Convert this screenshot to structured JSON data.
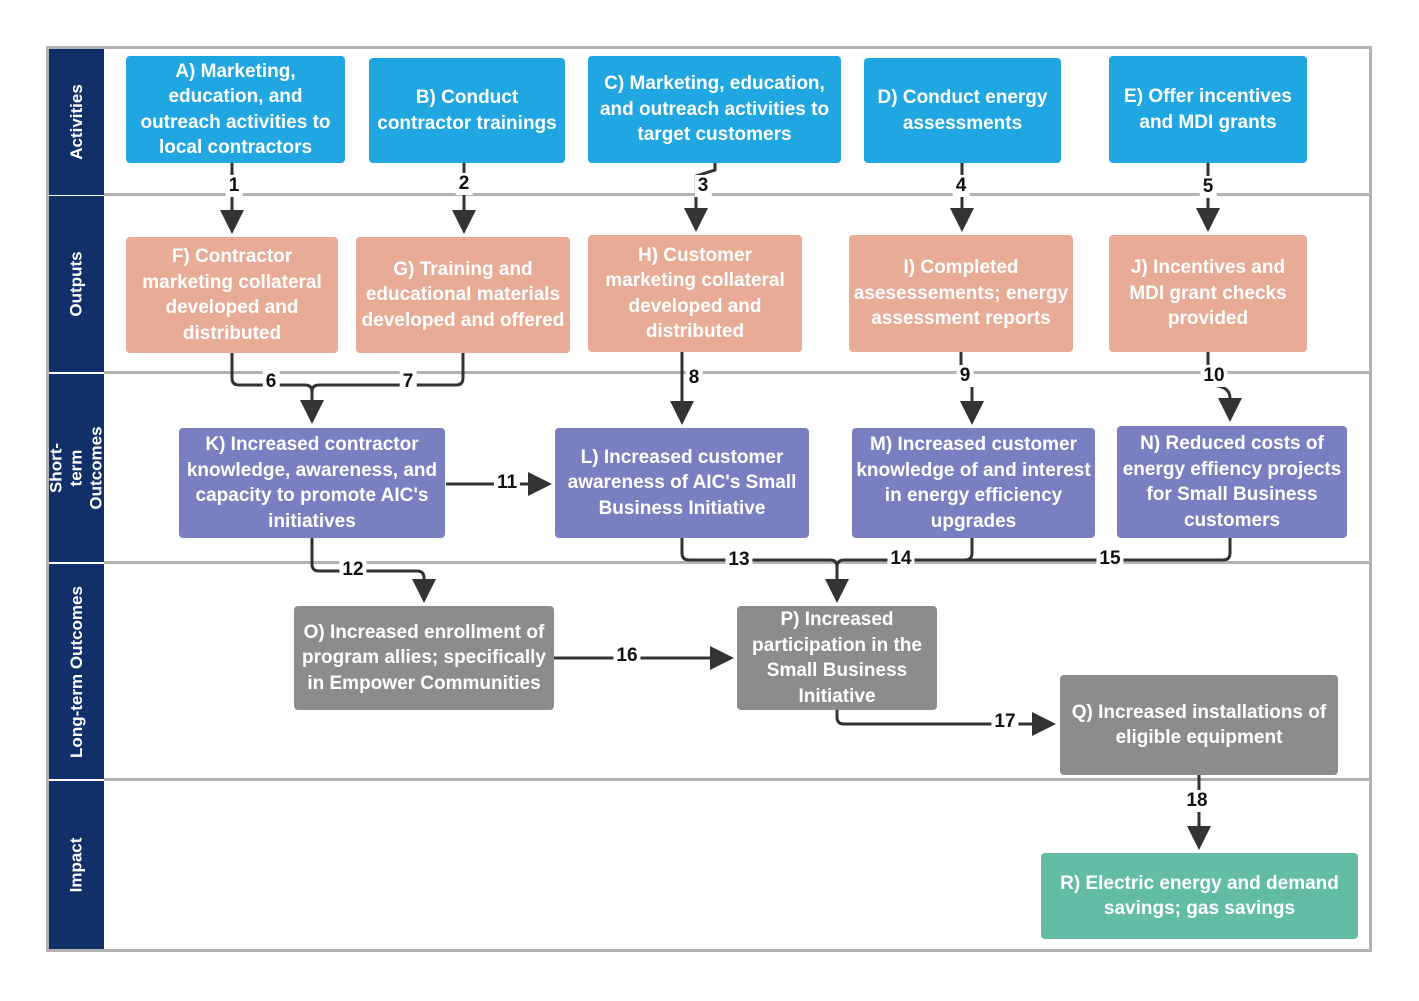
{
  "lanes": {
    "activities": "Activities",
    "outputs": "Outputs",
    "short_term_outcomes": "Short-term Outcomes",
    "long_term_outcomes": "Long-term Outcomes",
    "impact": "Impact"
  },
  "nodes": {
    "A": "A) Marketing, education, and outreach activities to local contractors",
    "B": "B) Conduct contractor trainings",
    "C": "C) Marketing, education, and outreach activities to target customers",
    "D": "D) Conduct energy assessments",
    "E": "E) Offer incentives and MDI grants",
    "F": "F) Contractor marketing collateral developed and distributed",
    "G": "G) Training and educational materials developed and offered",
    "H": "H) Customer marketing collateral developed and distributed",
    "I": "I) Completed asesessements; energy assessment reports",
    "J": "J) Incentives and MDI grant checks provided",
    "K": "K) Increased contractor knowledge, awareness, and capacity to promote AIC's initiatives",
    "L": "L) Increased customer awareness of AIC's Small Business Initiative",
    "M": "M) Increased customer knowledge of and interest in energy efficiency upgrades",
    "N": "N) Reduced costs of energy effiency projects for Small Business customers",
    "O": "O) Increased enrollment of program allies; specifically in Empower Communities",
    "P": "P) Increased participation in the Small Business Initiative",
    "Q": "Q) Increased installations of eligible equipment",
    "R": "R) Electric energy and demand savings; gas savings"
  },
  "links": [
    "1",
    "2",
    "3",
    "4",
    "5",
    "6",
    "7",
    "8",
    "9",
    "10",
    "11",
    "12",
    "13",
    "14",
    "15",
    "16",
    "17",
    "18"
  ],
  "colors": {
    "lane_label": "#11306a",
    "activities": "#20a6e0",
    "outputs": "#e8ab96",
    "short_term": "#7a7fc1",
    "long_term": "#8c8c8c",
    "impact": "#63bca6",
    "arrow": "#333333",
    "grid": "#b3b3b3"
  }
}
